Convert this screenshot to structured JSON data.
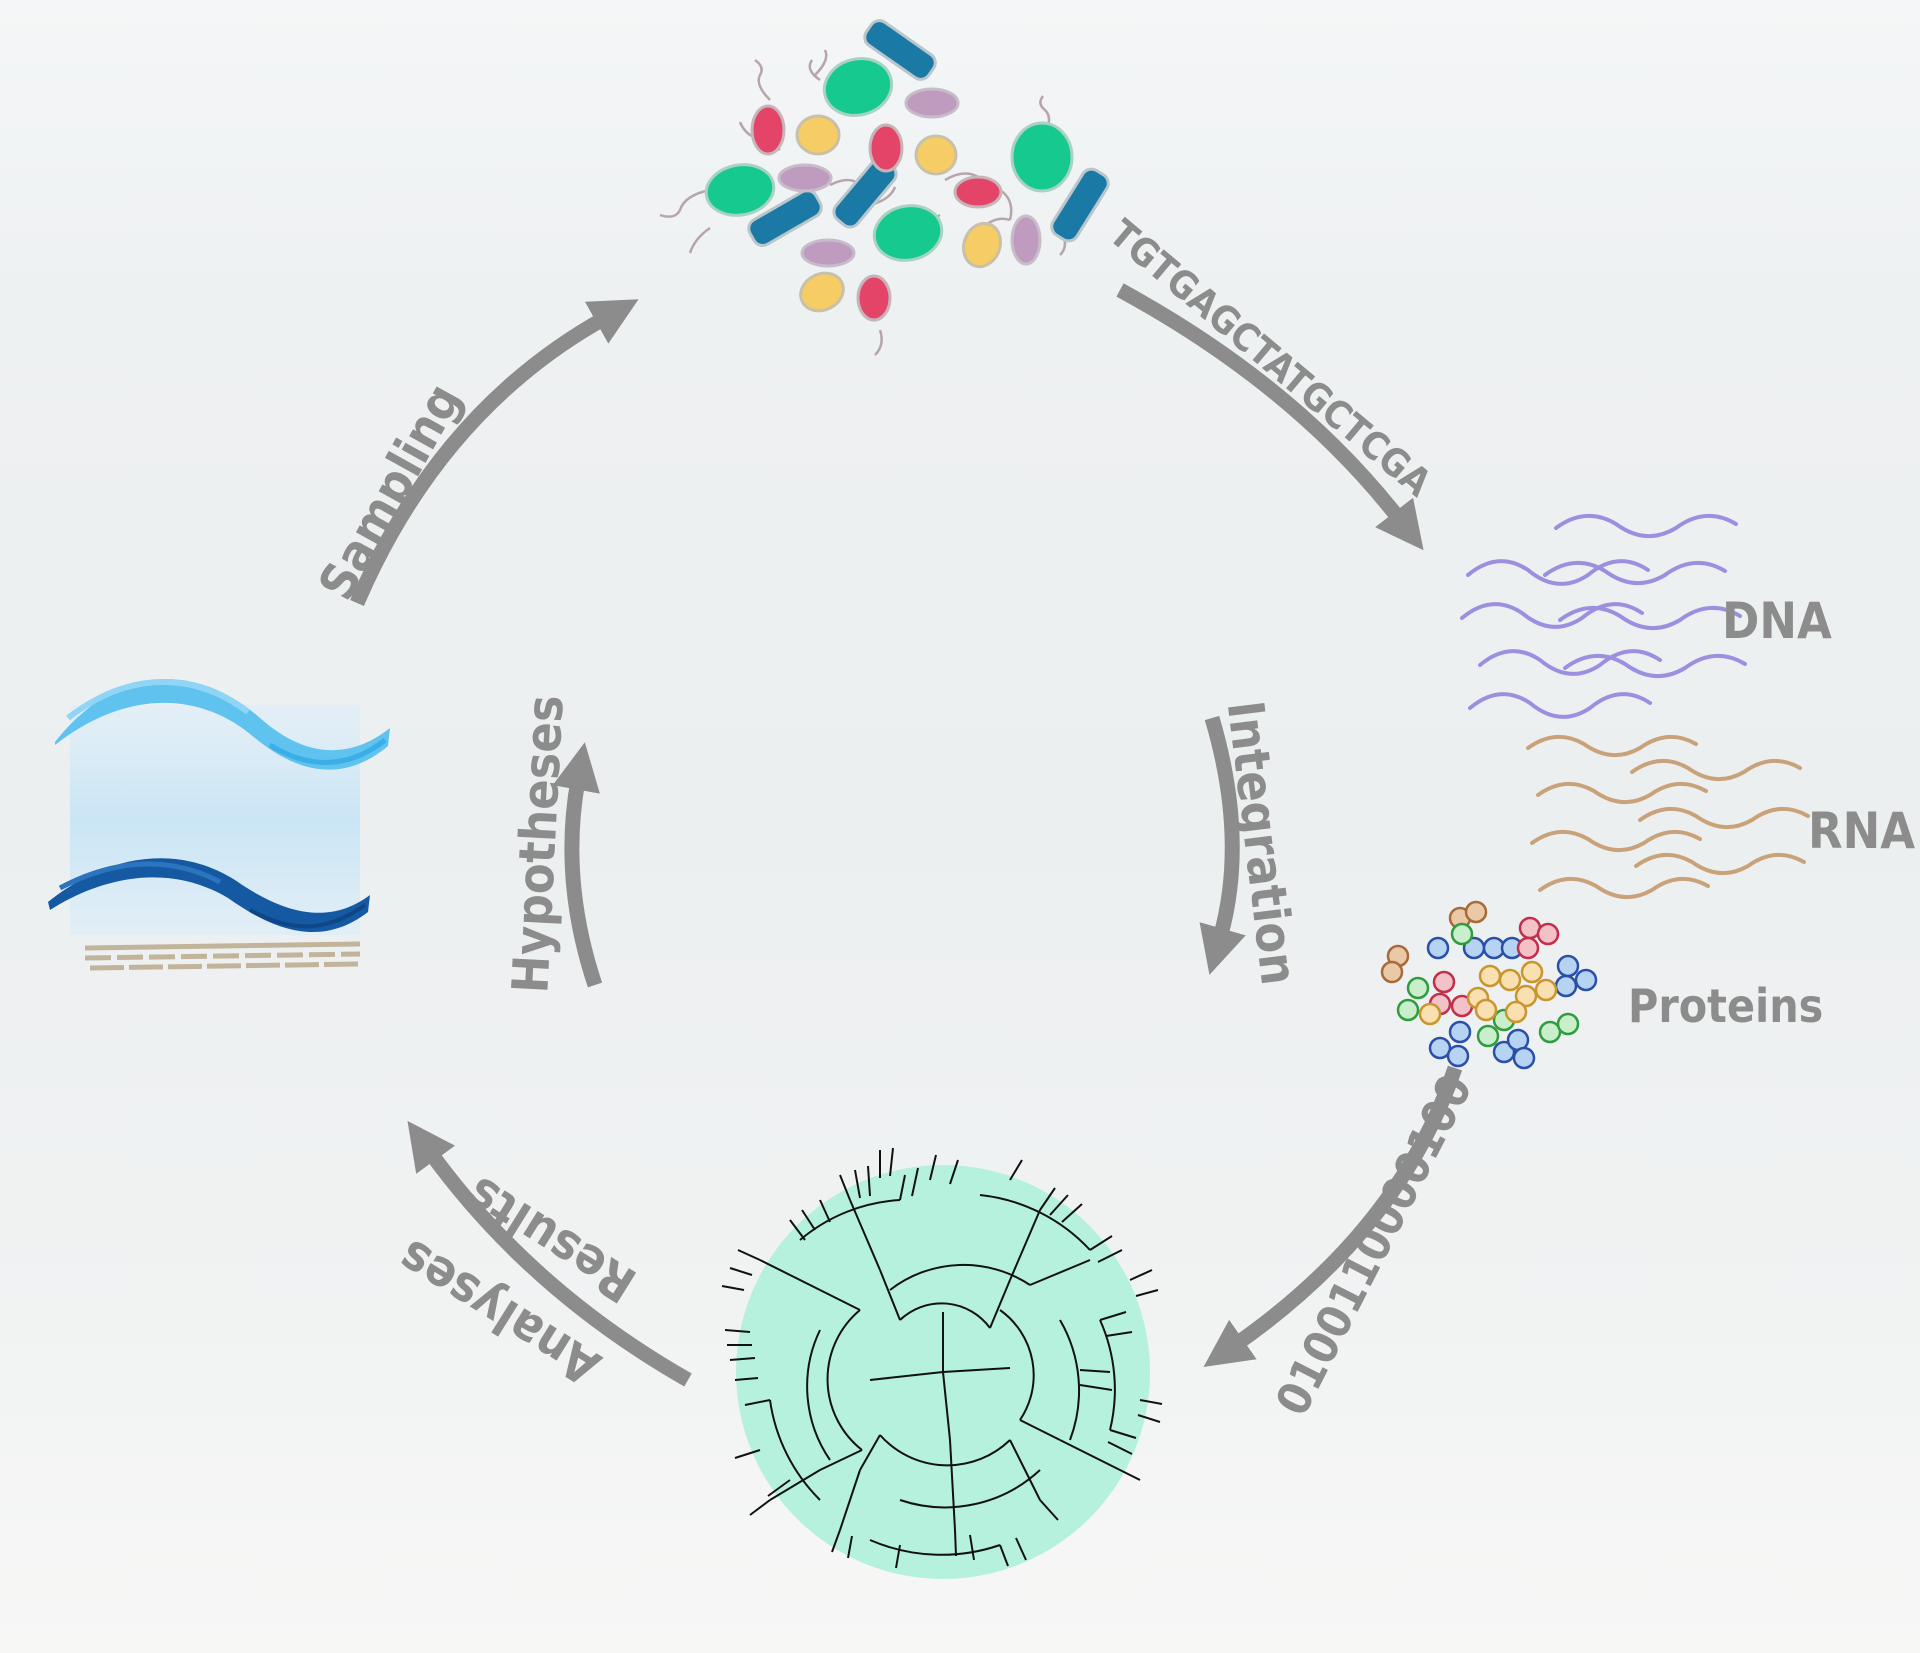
{
  "cycle": {
    "sampling_label": "Sampling",
    "sequencing_label": "TGTGAGCTATGCTCGA",
    "integration_label": "Integration",
    "binary_label": "0100110000100",
    "analyses_label": "Analyses",
    "results_label": "Results",
    "hypotheses_label": "Hypotheses"
  },
  "omics": {
    "dna_label": "DNA",
    "rna_label": "RNA",
    "proteins_label": "Proteins"
  },
  "colors": {
    "arrow": "#8c8c8c",
    "dna": "#9c8fe0",
    "rna": "#c9a27a",
    "tree_circle": "#b5f1dc",
    "microbe_green": "#16c98f",
    "microbe_red": "#e34467",
    "microbe_yellow": "#f6cc64",
    "microbe_purple": "#bf9bbf",
    "microbe_blue": "#1b79a6",
    "water_light": "#5fc2ef",
    "water_dark": "#1559a3"
  }
}
